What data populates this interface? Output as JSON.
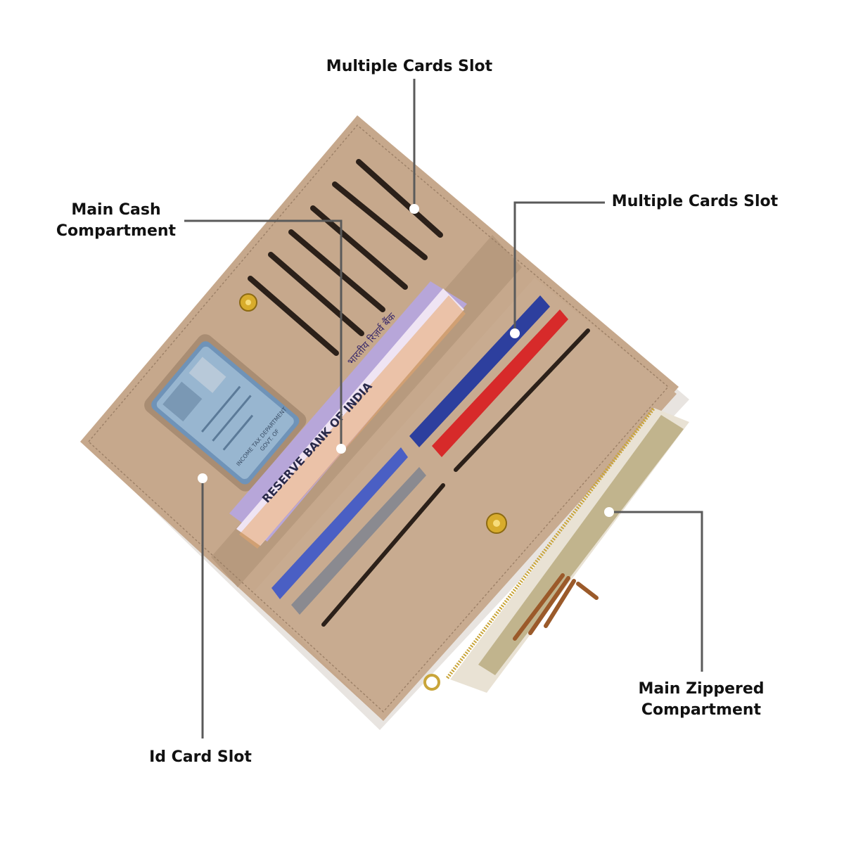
{
  "callouts": {
    "top_cards": "Multiple Cards Slot",
    "right_cards": "Multiple Cards Slot",
    "main_cash_line1": "Main Cash",
    "main_cash_line2": "Compartment",
    "zip_line1": "Main Zippered",
    "zip_line2": "Compartment",
    "id_card": "Id Card Slot"
  },
  "wallet": {
    "id_card_text_1": "INCOME TAX DEPARTMENT",
    "id_card_text_2": "GOVT. OF",
    "note_text": "RESERVE BANK OF INDIA",
    "note_text_hindi": "भारतीय रिज़र्व बैंक"
  },
  "colors": {
    "wallet_leather": "#c6a88c",
    "leather_shadow": "#a98d73",
    "slot": "#2b2019",
    "blue_card": "#2d3f9e",
    "red_card": "#d72a2a",
    "leader_line": "#5a5a5a",
    "pin": "#ffffff"
  }
}
